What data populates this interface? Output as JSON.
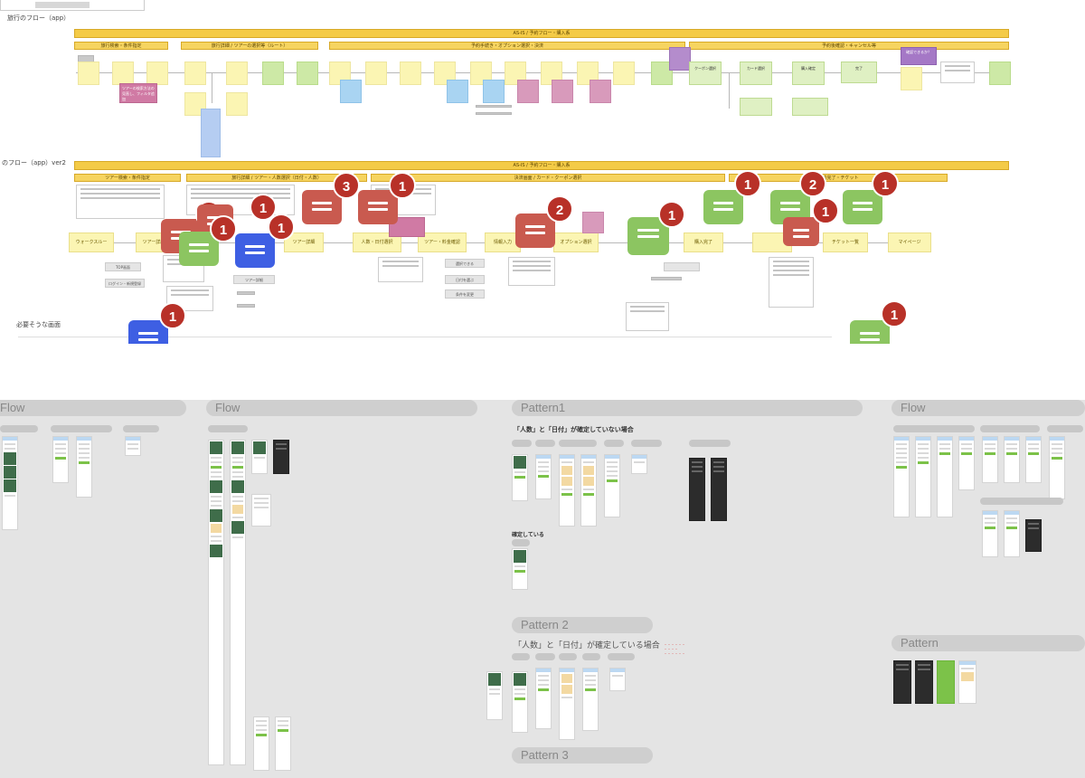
{
  "top_board": {
    "section1_label": "旅行のフロー（app）",
    "section2_label": "のフロー（app）ver2",
    "section3_label": "必要そうな画面",
    "band_main": "AS-IS / 予約フロー・購入系",
    "band_main2": "AS-IS / 予約フロー・購入系",
    "band_subs": [
      "旅行検索・条件指定",
      "旅行詳細 / ツアーの選択等（ルート）",
      "予約手続き・オプション選択・決済",
      "予約後確認・キャンセル等"
    ],
    "band_subs2": [
      "ツアー検索・条件指定",
      "旅行詳細 / ツアー・人数選択（日付・人数）",
      "決済画面 / カード・クーポン選択",
      "予約完了・チケット"
    ],
    "flow_steps": [
      "ウォークスルー",
      "ツアー詳細",
      "人数・日付選択",
      "ツアー・料金確認",
      "情報入力",
      "オプション選択",
      "購入完了",
      "チケット一覧",
      "マイページ"
    ],
    "tags": [
      "TOP画面",
      "ログイン・新規登録",
      "ツアー詳細",
      "選択できる",
      "日付を選ぶ",
      "条件を変更"
    ],
    "pink_note": "ツアーの検索方法の見直し、フィルタ追加",
    "purple_note": "確認できるか？",
    "card_notes": [
      "クーポン選択",
      "カード選択",
      "購入確定",
      "完了"
    ]
  },
  "comments": [
    {
      "count": "1",
      "color": "red"
    },
    {
      "count": "1",
      "color": "red"
    },
    {
      "count": "1",
      "color": "green"
    },
    {
      "count": "1",
      "color": "blue"
    },
    {
      "count": "1",
      "color": "red"
    },
    {
      "count": "3",
      "color": "red"
    },
    {
      "count": "1",
      "color": "red"
    },
    {
      "count": "2",
      "color": "red"
    },
    {
      "count": "1",
      "color": "green"
    },
    {
      "count": "1",
      "color": "green"
    },
    {
      "count": "2",
      "color": "green"
    },
    {
      "count": "1",
      "color": "red"
    },
    {
      "count": "1",
      "color": "green"
    },
    {
      "count": "1",
      "color": "blue"
    },
    {
      "count": "1",
      "color": "green"
    }
  ],
  "bottom_board": {
    "frames": [
      "Flow",
      "Flow",
      "Pattern1",
      "Flow",
      "Pattern 2",
      "Pattern 3",
      "Pattern"
    ],
    "pattern1_heading": "「人数」と「日付」が確定していない場合",
    "pattern1_sub": "確定している",
    "pattern2_heading": "「人数」と「日付」が確定している場合"
  }
}
